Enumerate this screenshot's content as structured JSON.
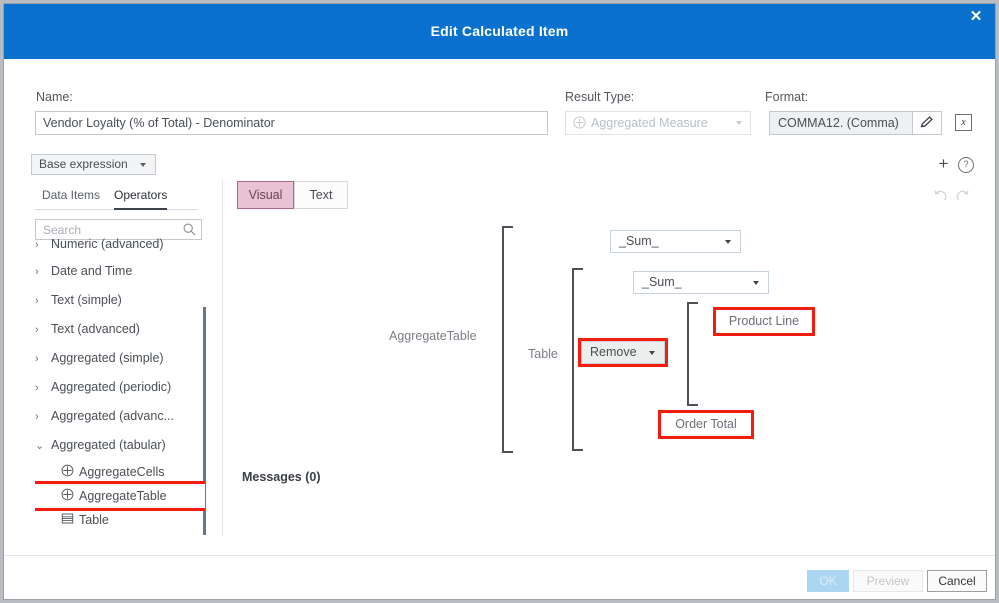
{
  "window": {
    "title": "Edit Calculated Item",
    "close_icon": "close-icon"
  },
  "fields": {
    "name_label": "Name:",
    "name_value": "Vendor Loyalty (% of Total) - Denominator",
    "result_type_label": "Result Type:",
    "result_type_value": "Aggregated Measure",
    "result_type_icon": "aggregated-measure-icon",
    "format_label": "Format:",
    "format_value": "COMMA12. (Comma)",
    "format_edit_icon": "pencil-icon",
    "format_expression_icon": "x-expression-icon"
  },
  "toolbar": {
    "base_expression_label": "Base expression",
    "add_icon": "plus-icon",
    "help_icon": "help-icon",
    "undo_icon": "undo-icon",
    "redo_icon": "redo-icon"
  },
  "left_panel": {
    "tabs": [
      {
        "label": "Data Items",
        "active": false
      },
      {
        "label": "Operators",
        "active": true
      }
    ],
    "search_placeholder": "Search",
    "search_value": "",
    "search_icon": "search-icon",
    "tree": [
      {
        "label": "Numeric (advanced)",
        "type": "group",
        "expanded": false,
        "highlight": false
      },
      {
        "label": "Date and Time",
        "type": "group",
        "expanded": false,
        "highlight": false
      },
      {
        "label": "Text (simple)",
        "type": "group",
        "expanded": false,
        "highlight": false
      },
      {
        "label": "Text (advanced)",
        "type": "group",
        "expanded": false,
        "highlight": false
      },
      {
        "label": "Aggregated (simple)",
        "type": "group",
        "expanded": false,
        "highlight": false
      },
      {
        "label": "Aggregated (periodic)",
        "type": "group",
        "expanded": false,
        "highlight": false
      },
      {
        "label": "Aggregated (advanc...",
        "type": "group",
        "expanded": false,
        "highlight": false
      },
      {
        "label": "Aggregated (tabular)",
        "type": "group",
        "expanded": true,
        "highlight": false
      },
      {
        "label": "AggregateCells",
        "type": "item",
        "icon": "aggregate-icon",
        "highlight": false
      },
      {
        "label": "AggregateTable",
        "type": "item",
        "icon": "aggregate-icon",
        "highlight": true
      },
      {
        "label": "Table",
        "type": "item",
        "icon": "table-icon",
        "highlight": false
      }
    ]
  },
  "editor": {
    "view_tabs": [
      {
        "label": "Visual",
        "active": true
      },
      {
        "label": "Text",
        "active": false
      }
    ],
    "expression": {
      "root_label": "AggregateTable",
      "table_label": "Table",
      "outer_aggregation": "_Sum_",
      "inner_aggregation": "_Sum_",
      "remove_operator": "Remove",
      "dimension": "Product Line",
      "measure": "Order Total"
    },
    "messages_label": "Messages (0)"
  },
  "footer": {
    "ok_label": "OK",
    "preview_label": "Preview",
    "cancel_label": "Cancel"
  },
  "colors": {
    "titlebar": "#0a72ce",
    "highlight_red": "#f41c0c",
    "active_tab_pink": "#e8c3d4",
    "ok_disabled_blue": "#abd5f0"
  }
}
